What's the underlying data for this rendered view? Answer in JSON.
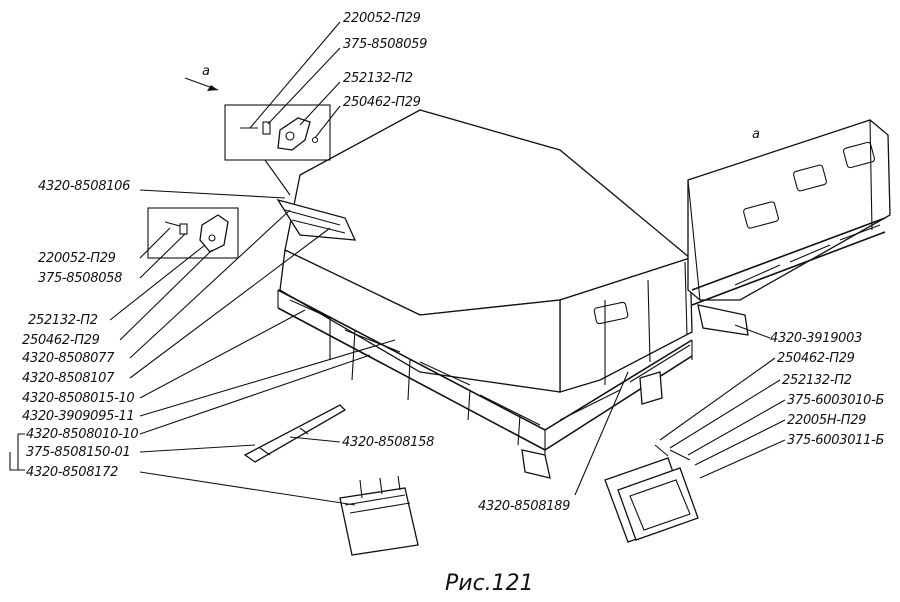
{
  "caption": "Рис.121",
  "view_letter": "a",
  "labels": {
    "top_220052": "220052-П29",
    "top_375_8508059": "375-8508059",
    "top_252132": "252132-П2",
    "top_250462": "250462-П29",
    "left_4320_8508106": "4320-8508106",
    "left_220052": "220052-П29",
    "left_375_8508058": "375-8508058",
    "left_252132": "252132-П2",
    "left_250462": "250462-П29",
    "left_4320_8508077": "4320-8508077",
    "left_4320_8508107": "4320-8508107",
    "left_4320_8508015": "4320-8508015-10",
    "left_4320_3909095": "4320-3909095-11",
    "left_4320_8508010": "4320-8508010-10",
    "left_375_8508150": "375-8508150-01",
    "left_4320_8508172": "4320-8508172",
    "mid_4320_8508158": "4320-8508158",
    "mid_4320_8508189": "4320-8508189",
    "right_4320_3919003": "4320-3919003",
    "right_250462": "250462-П29",
    "right_252132": "252132-П2",
    "right_375_6003010": "375-6003010-Б",
    "right_22005": "22005Н-П29",
    "right_375_6003011": "375-6003011-Б"
  }
}
